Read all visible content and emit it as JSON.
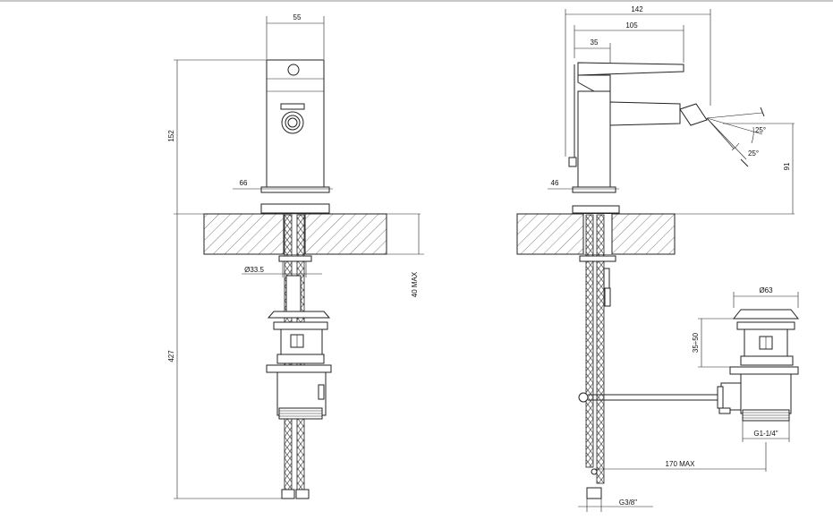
{
  "front_view": {
    "dim_width_top": "55",
    "dim_height_body": "152",
    "dim_base_width": "66",
    "dim_hole": "Ø33.5",
    "dim_deck_max": "40 MAX",
    "dim_total_height": "427"
  },
  "side_view": {
    "dim_overall_reach": "142",
    "dim_spout_reach": "105",
    "dim_lever_offset": "35",
    "dim_base_width": "46",
    "dim_angle_up": "25°",
    "dim_angle_down": "25°",
    "dim_spout_height": "91"
  },
  "waste_detail": {
    "dim_cap_diameter": "Ø63",
    "dim_adjustment": "35÷50",
    "dim_thread": "G1-1/4\"",
    "dim_rod_length": "170 MAX",
    "dim_hose_thread": "G3/8\""
  }
}
